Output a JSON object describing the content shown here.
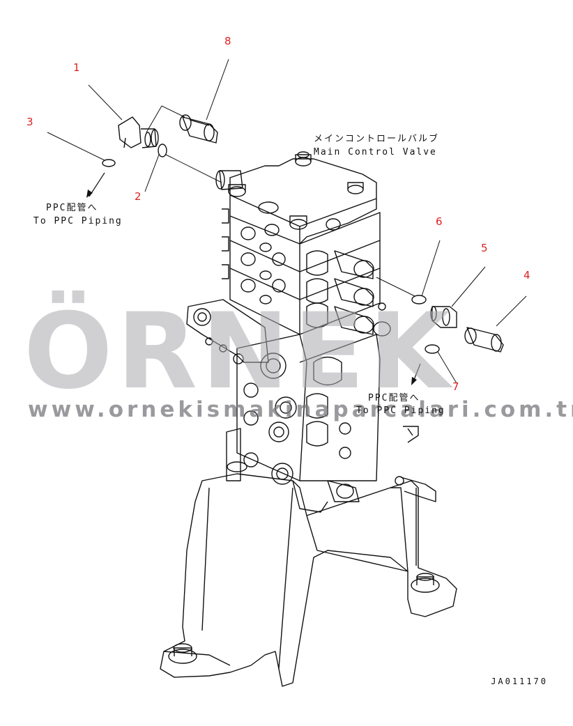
{
  "callouts": [
    "1",
    "2",
    "3",
    "4",
    "5",
    "6",
    "7",
    "8"
  ],
  "labels": {
    "valve_jp": "メインコントロールバルブ",
    "valve_en": "Main Control Valve",
    "ppc_left_jp": "PPC配管へ",
    "ppc_left_en": "To PPC Piping",
    "ppc_right_jp": "PPC配管へ",
    "ppc_right_en": "To PPC Piping"
  },
  "watermark": {
    "brand": "ÖRNEK",
    "url": "www.ornekismakinaparcalari.com.tr"
  },
  "drawing_ref": "JA011170",
  "colors": {
    "callout": "#dd2222",
    "line": "#111111",
    "watermark": "#aaaaaf",
    "accent": "#f2c84b"
  }
}
